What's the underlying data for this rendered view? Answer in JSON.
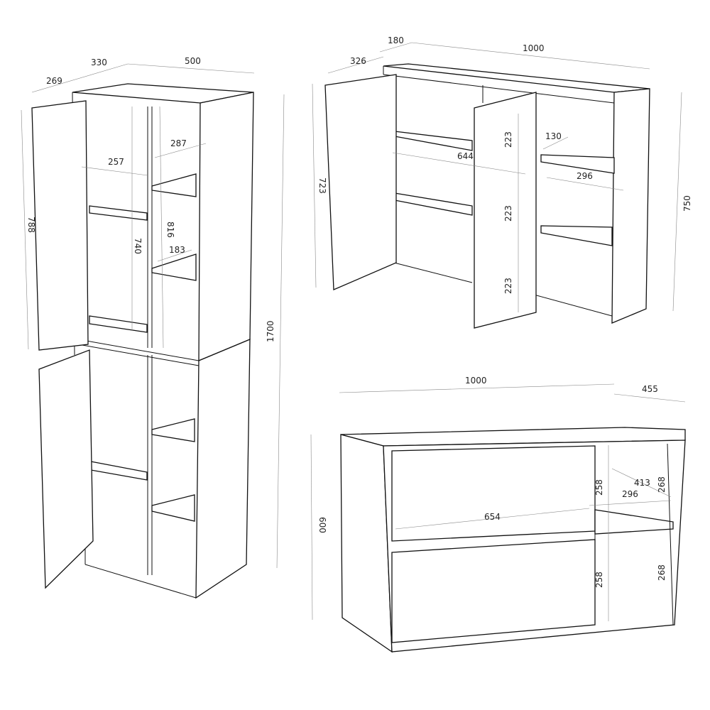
{
  "tall_cabinet": {
    "dims": {
      "depth_door": "269",
      "depth": "330",
      "width": "500",
      "inner_width_left": "257",
      "inner_width_right": "287",
      "door_height": "788",
      "section_height": "816",
      "inner_height": "740",
      "shelf_depth": "183",
      "total_height": "1700"
    }
  },
  "wall_cabinet": {
    "dims": {
      "door_depth": "326",
      "depth": "180",
      "width": "1000",
      "height_left": "723",
      "inner_width": "644",
      "shelf_gap_1": "223",
      "shelf_gap_2": "223",
      "shelf_gap_3": "223",
      "shelf_depth": "130",
      "shelf_width": "296",
      "height": "750"
    }
  },
  "base_cabinet": {
    "dims": {
      "width": "1000",
      "depth": "455",
      "height": "600",
      "drawer_height_top": "258",
      "shelf_depth": "413",
      "shelf_gap_top": "268",
      "shelf_width": "296",
      "drawer_width": "654",
      "drawer_height_bottom": "258",
      "shelf_gap_bottom": "268"
    }
  }
}
